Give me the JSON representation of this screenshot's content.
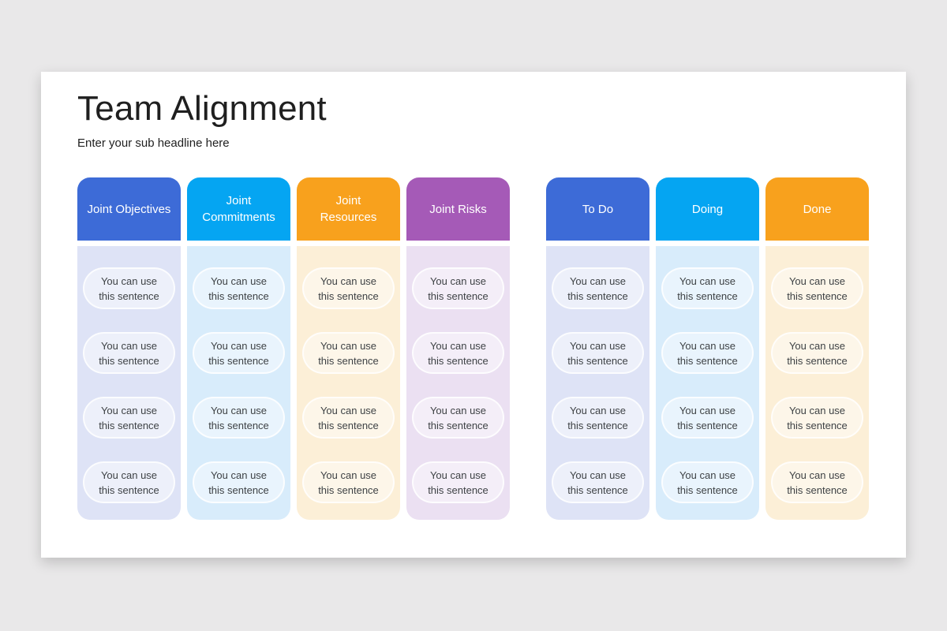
{
  "page_background": "#e9e8e9",
  "slide": {
    "background": "#ffffff",
    "title": "Team Alignment",
    "subtitle": "Enter your sub headline here"
  },
  "accent_colors": {
    "blue": "#3d6bd7",
    "light_blue": "#05a5f2",
    "orange": "#f8a11d",
    "purple": "#a55ab7"
  },
  "groups": [
    {
      "id": "alignment",
      "columns": [
        {
          "label": "Joint Objectives",
          "header_color": "#3d6bd7",
          "body_color": "#dee3f6",
          "cards": [
            {
              "line1": "You can use",
              "line2": "this sentence"
            },
            {
              "line1": "You can use",
              "line2": "this sentence"
            },
            {
              "line1": "You can use",
              "line2": "this sentence"
            },
            {
              "line1": "You can use",
              "line2": "this sentence"
            }
          ]
        },
        {
          "label": "Joint Commitments",
          "header_color": "#05a5f2",
          "body_color": "#d8ecfb",
          "cards": [
            {
              "line1": "You can use",
              "line2": "this sentence"
            },
            {
              "line1": "You can use",
              "line2": "this sentence"
            },
            {
              "line1": "You can use",
              "line2": "this sentence"
            },
            {
              "line1": "You can use",
              "line2": "this sentence"
            }
          ]
        },
        {
          "label": "Joint Resources",
          "header_color": "#f8a11d",
          "body_color": "#fcefd7",
          "cards": [
            {
              "line1": "You can use",
              "line2": "this sentence"
            },
            {
              "line1": "You can use",
              "line2": "this sentence"
            },
            {
              "line1": "You can use",
              "line2": "this sentence"
            },
            {
              "line1": "You can use",
              "line2": "this sentence"
            }
          ]
        },
        {
          "label": "Joint Risks",
          "header_color": "#a55ab7",
          "body_color": "#ebe0f2",
          "cards": [
            {
              "line1": "You can use",
              "line2": "this sentence"
            },
            {
              "line1": "You can use",
              "line2": "this sentence"
            },
            {
              "line1": "You can use",
              "line2": "this sentence"
            },
            {
              "line1": "You can use",
              "line2": "this sentence"
            }
          ]
        }
      ]
    },
    {
      "id": "kanban",
      "columns": [
        {
          "label": "To Do",
          "header_color": "#3d6bd7",
          "body_color": "#dee3f6",
          "cards": [
            {
              "line1": "You can use",
              "line2": "this sentence"
            },
            {
              "line1": "You can use",
              "line2": "this sentence"
            },
            {
              "line1": "You can use",
              "line2": "this sentence"
            },
            {
              "line1": "You can use",
              "line2": "this sentence"
            }
          ]
        },
        {
          "label": "Doing",
          "header_color": "#05a5f2",
          "body_color": "#d8ecfb",
          "cards": [
            {
              "line1": "You can use",
              "line2": "this sentence"
            },
            {
              "line1": "You can use",
              "line2": "this sentence"
            },
            {
              "line1": "You can use",
              "line2": "this sentence"
            },
            {
              "line1": "You can use",
              "line2": "this sentence"
            }
          ]
        },
        {
          "label": "Done",
          "header_color": "#f8a11d",
          "body_color": "#fcefd7",
          "cards": [
            {
              "line1": "You can use",
              "line2": "this sentence"
            },
            {
              "line1": "You can use",
              "line2": "this sentence"
            },
            {
              "line1": "You can use",
              "line2": "this sentence"
            },
            {
              "line1": "You can use",
              "line2": "this sentence"
            }
          ]
        }
      ]
    }
  ]
}
